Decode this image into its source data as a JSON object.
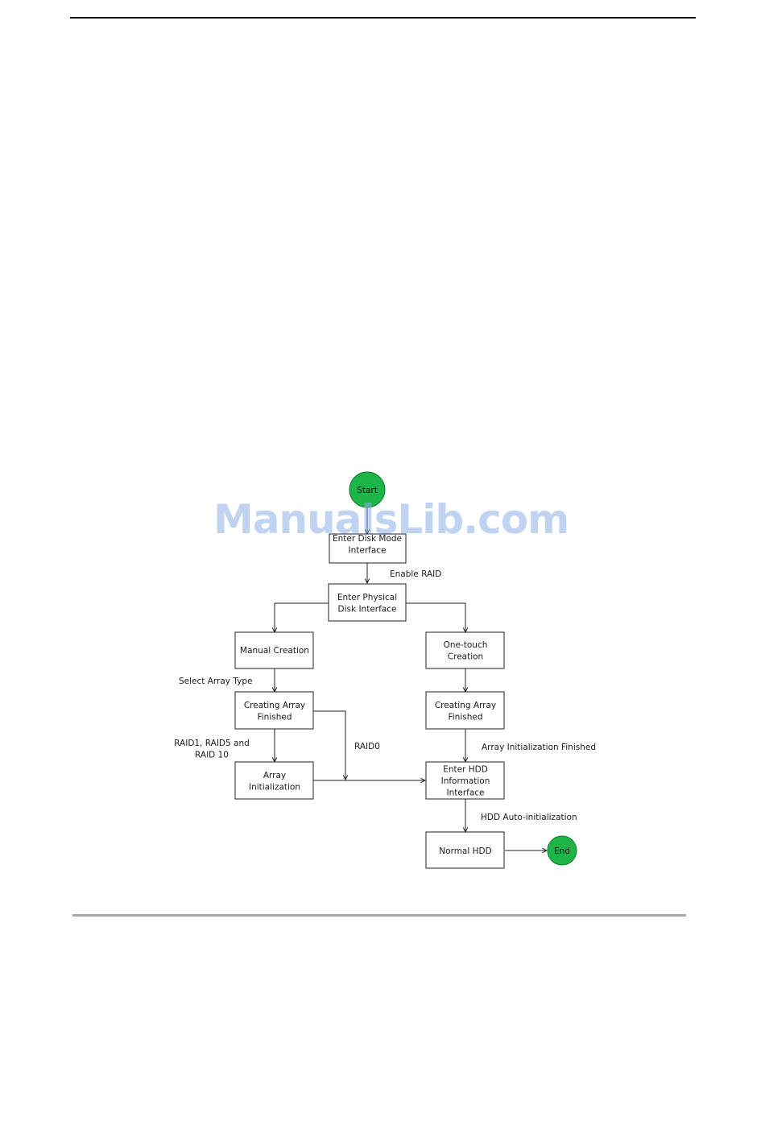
{
  "watermark": "ManualsLib.com",
  "colors": {
    "terminal_fill": "#1db548",
    "terminal_stroke": "#127a2e",
    "line": "#222222",
    "watermark": "#8cafe6"
  },
  "nodes": {
    "start": "Start",
    "enter_disk_mode": [
      "Enter Disk Mode",
      "Interface"
    ],
    "enter_physical_disk": [
      "Enter Physical",
      "Disk Interface"
    ],
    "manual_creation": [
      "Manual Creation"
    ],
    "one_touch_creation": [
      "One-touch",
      "Creation"
    ],
    "creating_array_finished_left": [
      "Creating Array",
      "Finished"
    ],
    "creating_array_finished_right": [
      "Creating Array",
      "Finished"
    ],
    "array_initialization": [
      "Array",
      "Initialization"
    ],
    "enter_hdd_info": [
      "Enter HDD",
      "Information",
      "Interface"
    ],
    "normal_hdd": [
      "Normal HDD"
    ],
    "end": "End"
  },
  "edge_labels": {
    "enable_raid": "Enable RAID",
    "select_array_type": "Select Array Type",
    "raid_levels": [
      "RAID1, RAID5 and",
      "RAID 10"
    ],
    "raid0": "RAID0",
    "array_init_finished": "Array Initialization Finished",
    "hdd_auto_init": "HDD Auto-initialization"
  }
}
